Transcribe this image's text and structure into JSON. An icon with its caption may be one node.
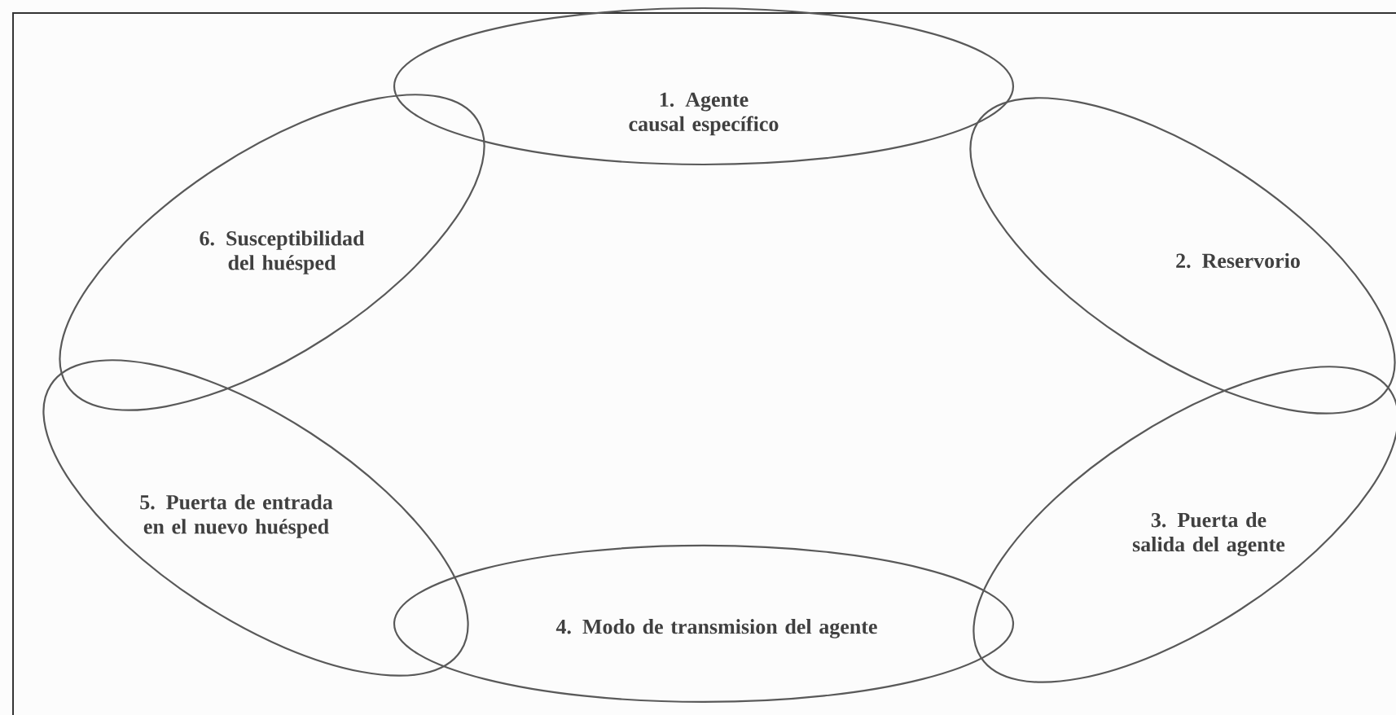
{
  "diagram": {
    "nodes": [
      {
        "text": [
          "1. Agente causal específico"
        ]
      },
      {
        "text": [
          "2. Reservorio"
        ]
      },
      {
        "text": [
          "3. Puerta de salida del agente"
        ]
      },
      {
        "text": [
          "4. Modo de transmision del agente"
        ]
      },
      {
        "text": [
          "5. Puerta de entrada en el nuevo huésped"
        ]
      },
      {
        "text": [
          "6. Susceptibilidad del huésped"
        ]
      }
    ]
  }
}
